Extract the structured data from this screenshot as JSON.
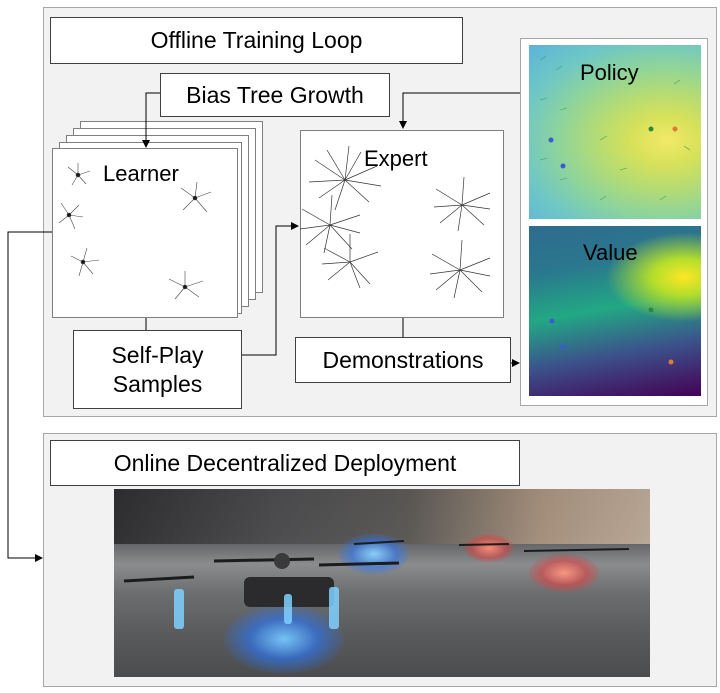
{
  "offline": {
    "title": "Offline Training Loop",
    "bias_label": "Bias Tree Growth",
    "learner_label": "Learner",
    "expert_label": "Expert",
    "selfplay_label_line1": "Self-Play",
    "selfplay_label_line2": "Samples",
    "demos_label": "Demonstrations",
    "policy_label": "Policy",
    "value_label": "Value"
  },
  "online": {
    "title": "Online Decentralized Deployment"
  },
  "colors": {
    "panel_bg": "#f2f2f2",
    "panel_border": "#a6a6a6",
    "policy_arrows": "#7fd34e",
    "value_low": "#440154",
    "value_high": "#fde725"
  }
}
